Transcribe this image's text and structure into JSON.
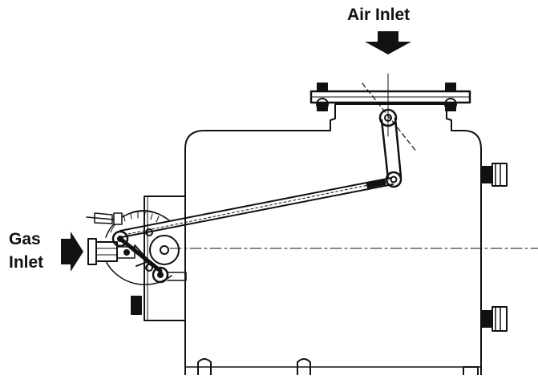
{
  "labels": {
    "air_inlet": "Air Inlet",
    "gas_inlet_line1": "Gas",
    "gas_inlet_line2": "Inlet"
  },
  "colors": {
    "ink": "#111111",
    "paper": "#ffffff"
  },
  "icons": {
    "air_arrow": "arrow-down-icon",
    "gas_arrow": "arrow-right-icon"
  }
}
